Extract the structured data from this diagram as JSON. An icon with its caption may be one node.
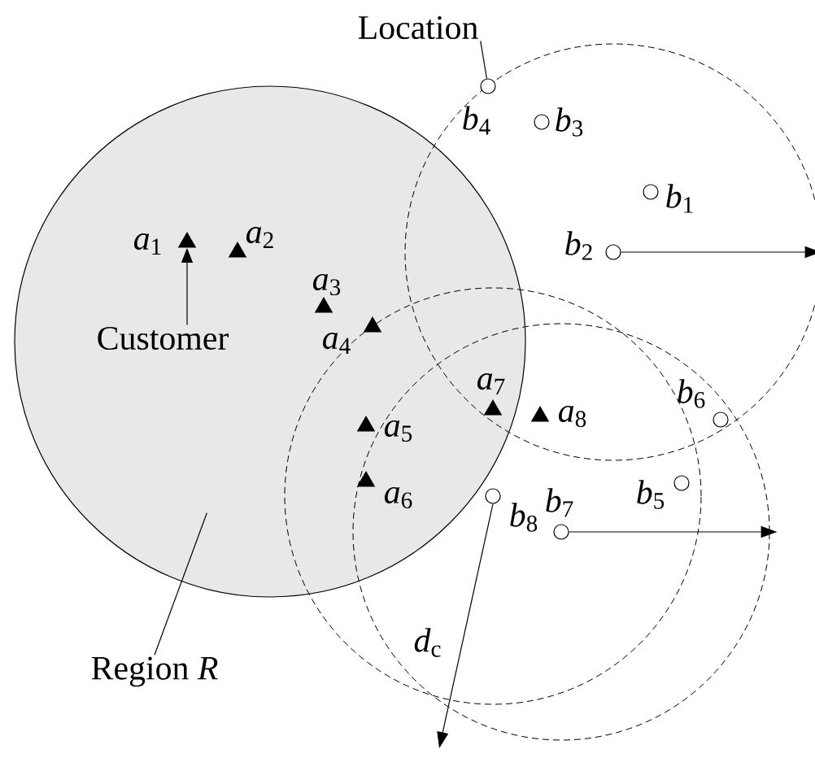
{
  "diagram": {
    "nodes": [
      {
        "text": [
          "Location"
        ]
      },
      {
        "text": [],
        "shape": "circle",
        "beside": [
          "*b*$_{4}$"
        ]
      },
      {
        "text": [],
        "shape": "circle",
        "beside": [
          "*b*$_{3}$"
        ]
      },
      {
        "text": [],
        "shape": "circle",
        "beside": [
          "*b*$_{1}$"
        ]
      },
      {
        "text": [],
        "shape": "circle"
      },
      {
        "text": [],
        "shape": "triangle",
        "beside": [
          "*a*$_{1}$"
        ],
        "in": 4
      },
      {
        "text": [],
        "shape": "triangle",
        "beside": [
          "*a*$_{2}$"
        ],
        "in": 4
      },
      {
        "text": [],
        "shape": "circle",
        "beside": [
          "*b*$_{2}$"
        ]
      },
      {
        "text": [],
        "shape": "triangle",
        "beside": [
          "*a*$_{3}$"
        ],
        "in": 4
      },
      {
        "text": [
          "Customer"
        ],
        "in": 4
      },
      {
        "text": [],
        "shape": "triangle",
        "beside": [
          "*a*$_{4}$"
        ],
        "in": 4
      },
      {
        "text": [],
        "shape": "triangle",
        "beside": [
          "*a*$_{7}$"
        ],
        "in": 4
      },
      {
        "text": [],
        "shape": "circle",
        "beside": [
          "*b*$_{6}$"
        ]
      },
      {
        "text": [],
        "shape": "triangle",
        "beside": [
          "*a*$_{8}$"
        ]
      },
      {
        "text": [],
        "shape": "triangle",
        "beside": [
          "*a*$_{5}$"
        ],
        "in": 4
      },
      {
        "text": [],
        "shape": "triangle",
        "beside": [
          "*a*$_{6}$"
        ],
        "in": 4
      },
      {
        "text": [],
        "shape": "circle",
        "beside": [
          "*b*$_{5}$"
        ]
      },
      {
        "text": [],
        "shape": "circle",
        "beside": [
          "*b*$_{7}$"
        ]
      },
      {
        "text": [],
        "shape": "circle",
        "beside": [
          "*b*$_{8}$"
        ]
      },
      {
        "text": [
          "Region *R*"
        ]
      }
    ],
    "edges": [
      {
        "from": 0,
        "to": 1,
        "arrow": "none"
      },
      {
        "from": 9,
        "to": 5,
        "arrow": "to"
      },
      {
        "from": 19,
        "to": 4,
        "arrow": "none"
      }
    ],
    "labels": [
      "*d*$_{c}$"
    ]
  }
}
